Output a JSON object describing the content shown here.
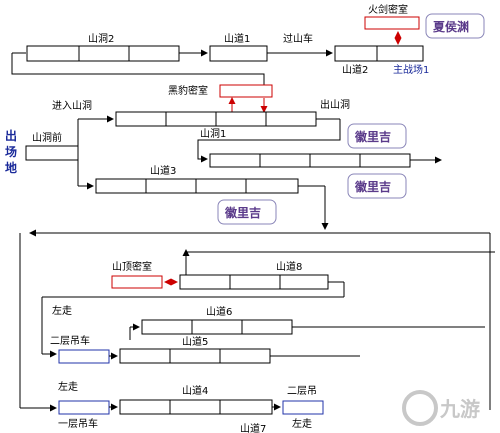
{
  "labels": {
    "shandong2": "山洞2",
    "shandao1_top": "山道1",
    "guoshanche": "过山车",
    "huojian": "火剑密室",
    "shandao2": "山道2",
    "zhuzhanchang": "主战场1",
    "heibao": "黑豹密室",
    "jinru": "进入山洞",
    "chu": "出山洞",
    "shandongqian": "山洞前",
    "shandong1": "山洞1",
    "shandao3": "山道3",
    "shanding": "山顶密室",
    "shandao8": "山道8",
    "zuozou1": "左走",
    "shandao6": "山道6",
    "erceng1": "二层吊车",
    "shandao5": "山道5",
    "zuozou2": "左走",
    "shandao4": "山道4",
    "erceng2": "二层吊",
    "yiceng": "一层吊车",
    "zuozou3": "左走",
    "shandao7": "山道7"
  },
  "start": {
    "line1": "出",
    "line2": "场",
    "line3": "地"
  },
  "callouts": {
    "xiahou": "夏侯渊",
    "xuhuang1": "徽里吉",
    "xuhuang2": "徽里吉",
    "xuhuang3": "徽里吉"
  },
  "watermark": "九游",
  "colors": {
    "arrow_red": "#cc0000",
    "callout_text": "#5a3a8a",
    "start_blue": "#1a2a9a"
  }
}
